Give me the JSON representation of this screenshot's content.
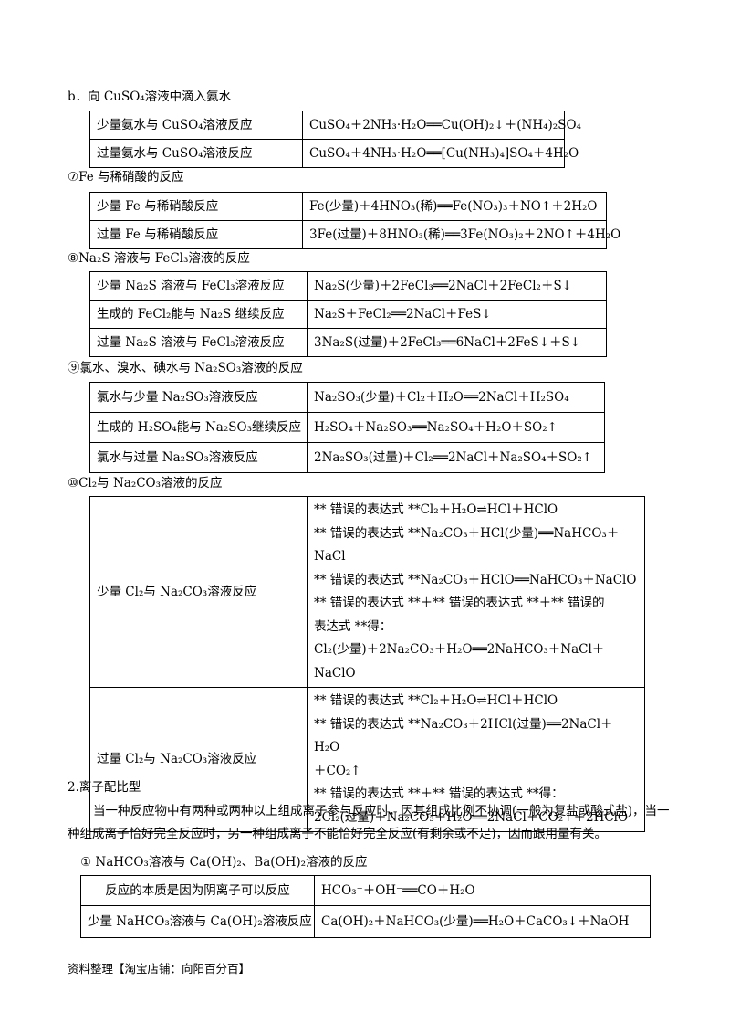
{
  "h_b": "b．向 CuSO₄溶液中滴入氨水",
  "t_b": [
    [
      "少量氨水与 CuSO₄溶液反应",
      "CuSO₄＋2NH₃·H₂O══Cu(OH)₂↓＋(NH₄)₂SO₄"
    ],
    [
      "过量氨水与 CuSO₄溶液反应",
      "CuSO₄＋4NH₃·H₂O══[Cu(NH₃)₄]SO₄＋4H₂O"
    ]
  ],
  "h7": "⑦Fe 与稀硝酸的反应",
  "t7": [
    [
      "少量 Fe 与稀硝酸反应",
      "Fe(少量)＋4HNO₃(稀)══Fe(NO₃)₃＋NO↑＋2H₂O"
    ],
    [
      "过量 Fe 与稀硝酸反应",
      "3Fe(过量)＋8HNO₃(稀)══3Fe(NO₃)₂＋2NO↑＋4H₂O"
    ]
  ],
  "h8": "⑧Na₂S 溶液与 FeCl₃溶液的反应",
  "t8": [
    [
      "少量 Na₂S 溶液与 FeCl₃溶液反应",
      "Na₂S(少量)＋2FeCl₃══2NaCl＋2FeCl₂＋S↓"
    ],
    [
      "生成的 FeCl₂能与 Na₂S 继续反应",
      "Na₂S＋FeCl₂══2NaCl＋FeS↓"
    ],
    [
      "过量 Na₂S 溶液与 FeCl₃溶液反应",
      "3Na₂S(过量)＋2FeCl₃══6NaCl＋2FeS↓＋S↓"
    ]
  ],
  "h9": "⑨氯水、溴水、碘水与 Na₂SO₃溶液的反应",
  "t9": [
    [
      "氯水与少量 Na₂SO₃溶液反应",
      "Na₂SO₃(少量)＋Cl₂＋H₂O══2NaCl＋H₂SO₄"
    ],
    [
      "生成的 H₂SO₄能与 Na₂SO₃继续反应",
      "H₂SO₄＋Na₂SO₃══Na₂SO₄＋H₂O＋SO₂↑"
    ],
    [
      "氯水与过量 Na₂SO₃溶液反应",
      "2Na₂SO₃(过量)＋Cl₂══2NaCl＋Na₂SO₄＋SO₂↑"
    ]
  ],
  "h10": "⑩Cl₂与 Na₂CO₃溶液的反应",
  "t10": {
    "r1_label": "少量 Cl₂与 Na₂CO₃溶液反应",
    "r1_lines": [
      "** 错误的表达式 **Cl₂＋H₂O⇌HCl＋HClO",
      "** 错误的表达式 **Na₂CO₃＋HCl(少量)══NaHCO₃＋",
      "NaCl",
      "** 错误的表达式 **Na₂CO₃＋HClO══NaHCO₃＋NaClO",
      "** 错误的表达式 **＋** 错误的表达式 **＋** 错误的",
      "表达式 **得：",
      "Cl₂(少量)＋2Na₂CO₃＋H₂O══2NaHCO₃＋NaCl＋NaClO"
    ],
    "r2_label": "过量 Cl₂与 Na₂CO₃溶液反应",
    "r2_lines": [
      "** 错误的表达式 **Cl₂＋H₂O⇌HCl＋HClO",
      "** 错误的表达式 **Na₂CO₃＋2HCl(过量)══2NaCl＋H₂O",
      "＋CO₂↑",
      "** 错误的表达式 **＋** 错误的表达式 **得：",
      "2Cl₂(过量)＋Na₂CO₃＋H₂O══2NaCl＋CO₂↑＋2HClO"
    ]
  },
  "h2": "2.离子配比型",
  "para": "当一种反应物中有两种或两种以上组成离子参与反应时，因其组成比例不协调(一般为复盐或酸式盐)，当一种组成离子恰好完全反应时，另一种组成离子不能恰好完全反应(有剩余或不足)，因而跟用量有关。",
  "h_1": "① NaHCO₃溶液与 Ca(OH)₂、Ba(OH)₂溶液的反应",
  "t_1": [
    [
      "反应的本质是因为阴离子可以反应",
      "HCO₃⁻＋OH⁻══CO＋H₂O"
    ],
    [
      "少量 NaHCO₃溶液与 Ca(OH)₂溶液反应",
      "Ca(OH)₂＋NaHCO₃(少量)══H₂O＋CaCO₃↓＋NaOH"
    ]
  ],
  "footer": "资料整理【淘宝店铺：向阳百分百】"
}
